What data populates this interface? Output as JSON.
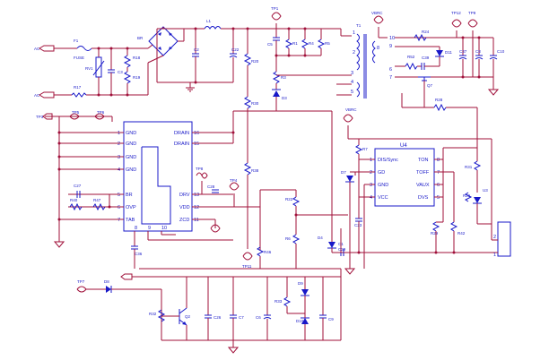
{
  "schematic": {
    "colors": {
      "wire": "#a0103a",
      "component": "#1818c8",
      "background": "#ffffff"
    },
    "input": {
      "ac1": "AC",
      "ac2": "AC",
      "fuse": "FUSE",
      "fuse_ref": "F1",
      "rv": "RV1",
      "r_in": "R17"
    },
    "bridge": "BR",
    "refs": {
      "L1": "L1",
      "C3": "C3",
      "R18": "R18",
      "R19": "R19",
      "C2": "C2",
      "C22": "C22",
      "R20": "R20",
      "R30": "R30",
      "R38": "R38",
      "R46": "R46",
      "TP1": "TP1",
      "TP2": "TP2",
      "TP3": "TP3",
      "TP4": "TP4",
      "TP5": "TP5",
      "TP6": "TP6",
      "TP7": "TP7",
      "TP8": "TP8",
      "TP9": "TP9",
      "TP10": "TP10",
      "TP11": "TP11",
      "TP12": "TP12",
      "C5": "C5",
      "R1": "R1",
      "R4": "R4",
      "R5": "R5",
      "R3": "R3",
      "D3": "D3",
      "T1": "T1",
      "VBRC1": "VBRC",
      "VBRC2": "VBRC",
      "R24": "R24",
      "R52": "R52",
      "C39": "C39",
      "D11": "D11",
      "Q7": "Q7",
      "C37": "C37",
      "C8": "C8",
      "C10": "C10",
      "R28": "R28",
      "R7": "R7",
      "D7": "D7",
      "C23": "C23",
      "C29": "C29",
      "D4": "D4",
      "R22": "R22",
      "R6": "R6",
      "R29": "R29",
      "R42": "R42",
      "R43": "R43",
      "R31": "R31",
      "R26": "R26",
      "U3": "U3",
      "C27": "C27",
      "R40": "R40",
      "R47": "R47",
      "C28": "C28",
      "C36": "C36",
      "D8": "D8",
      "R32": "R32",
      "Q2": "Q2",
      "C26": "C26",
      "C7": "C7",
      "C6": "C6",
      "R33": "R33",
      "D9": "D9",
      "D10": "D10",
      "C9": "C9",
      "C1": "C1"
    },
    "ic_main": {
      "pins_left": [
        {
          "num": "1",
          "name": "GND"
        },
        {
          "num": "2",
          "name": "GND"
        },
        {
          "num": "3",
          "name": "GND"
        },
        {
          "num": "4",
          "name": "GND"
        },
        {
          "num": "5",
          "name": "BR"
        },
        {
          "num": "6",
          "name": "OVP"
        },
        {
          "num": "7",
          "name": "TAB"
        }
      ],
      "pins_right": [
        {
          "num": "16",
          "name": "DRAIN"
        },
        {
          "num": "15",
          "name": "DRAIN"
        },
        {
          "num": "13",
          "name": "DRV"
        },
        {
          "num": "12",
          "name": "VDD"
        },
        {
          "num": "11",
          "name": "ZCD"
        }
      ],
      "pins_bottom": [
        "8",
        "9",
        "10"
      ]
    },
    "ic_u4": {
      "ref": "U4",
      "pins_left": [
        {
          "num": "1",
          "name": "DIS/Sync"
        },
        {
          "num": "2",
          "name": "GD"
        },
        {
          "num": "3",
          "name": "GND"
        },
        {
          "num": "4",
          "name": "VCC"
        }
      ],
      "pins_right": [
        {
          "num": "8",
          "name": "TON"
        },
        {
          "num": "7",
          "name": "TOFF"
        },
        {
          "num": "6",
          "name": "VAUX"
        },
        {
          "num": "5",
          "name": "DVS"
        }
      ]
    },
    "transformer_pins": [
      "1",
      "2",
      "3",
      "4",
      "5",
      "6",
      "7",
      "8",
      "9",
      "10"
    ],
    "connector_pins": [
      "1",
      "2"
    ]
  }
}
